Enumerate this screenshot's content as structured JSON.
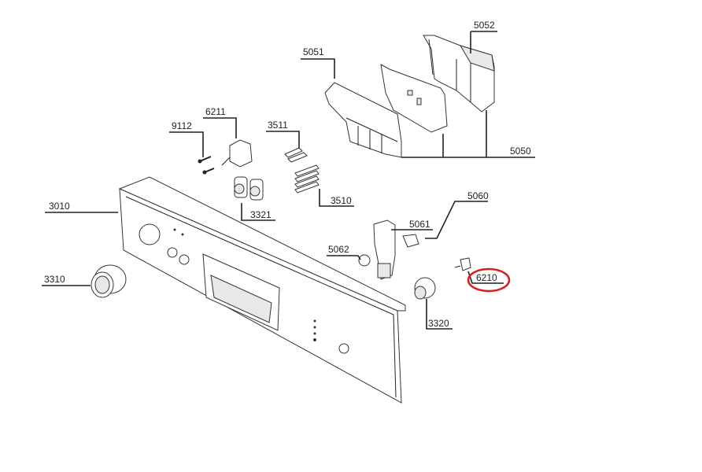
{
  "diagram": {
    "title": "Control panel exploded parts diagram",
    "labels": {
      "p5052": "5052",
      "p5051": "5051",
      "p6211": "6211",
      "p9112": "9112",
      "p3511": "3511",
      "p5050": "5050",
      "p3010": "3010",
      "p3321": "3321",
      "p3510": "3510",
      "p5060": "5060",
      "p5061": "5061",
      "p5062": "5062",
      "p3310": "3310",
      "p6210": "6210",
      "p3320": "3320"
    },
    "highlighted_part": "6210",
    "highlight_color": "#d42020"
  }
}
